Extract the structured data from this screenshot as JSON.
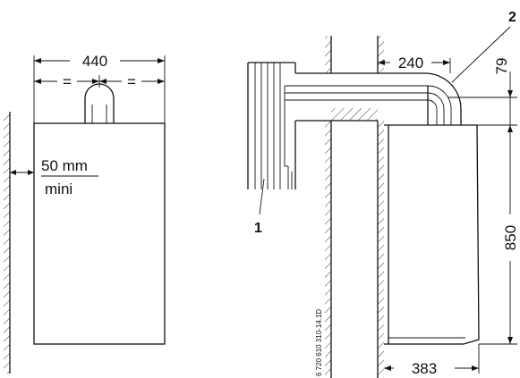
{
  "left_view": {
    "width_dim": "440",
    "half_dim_left": "=",
    "half_dim_right": "=",
    "clearance_value": "50 mm",
    "clearance_note": "mini"
  },
  "right_view": {
    "wall_gap_dim": "240",
    "top_offset_dim": "79",
    "height_dim": "850",
    "depth_dim": "383",
    "callout_1": "1",
    "callout_2": "2",
    "figure_code": "6 720 610 310-14.1D"
  }
}
